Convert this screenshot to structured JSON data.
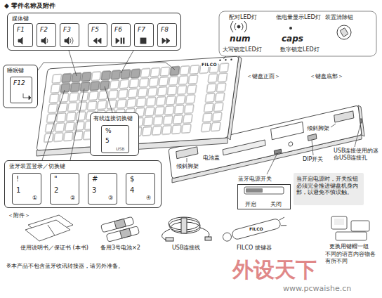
{
  "diagram": {
    "title": "◆ 零件名称及附件",
    "nodes": [
      {
        "text": [
          "媒体键"
        ]
      },
      {
        "text": [
          "F1"
        ],
        "in": 0
      },
      {
        "text": [
          "F2"
        ],
        "in": 0
      },
      {
        "text": [
          "F3"
        ],
        "in": 0
      },
      {
        "text": [
          "F5"
        ],
        "in": 0
      },
      {
        "text": [
          "F6"
        ],
        "in": 0
      },
      {
        "text": [
          "F7"
        ],
        "in": 0
      },
      {
        "text": [
          "F8"
        ],
        "in": 0
      },
      {
        "text": [
          "睡眠键"
        ]
      },
      {
        "text": [
          "F12"
        ],
        "in": 8
      },
      {
        "text": [
          "有线连接切换键"
        ]
      },
      {
        "text": [
          "%",
          "5",
          "USB"
        ],
        "in": 10
      },
      {
        "text": [
          "蓝牙装置登录／切换键"
        ]
      },
      {
        "text": [
          "!",
          "1",
          "①"
        ],
        "in": 12
      },
      {
        "text": [
          "\"",
          "2",
          "②"
        ],
        "in": 12
      },
      {
        "text": [
          "#",
          "3",
          "③"
        ],
        "in": 12
      },
      {
        "text": [
          "$",
          "4",
          "④"
        ],
        "in": 12
      },
      {
        "text": [
          "蓝牙电源开关",
          "开启",
          "关闭"
        ]
      },
      {
        "text": [
          "当开启电源时，开关按钮必须完全推进键盘机身内部，以避免不慎误触。"
        ]
      }
    ],
    "labels": [
      "配对LED灯",
      "低电量显示LED灯",
      "装置清除钮",
      "num",
      "caps",
      "大写锁定LED灯",
      "数字锁定LED灯",
      "FILCO",
      "＜键盘正面＞",
      "＜键盘底部＞",
      "倾斜脚架",
      "电池盖",
      "倾斜脚架",
      "DIP开关",
      "USB连接使用的迷你USB连接孔",
      "＜附件＞",
      "使用说明书／保证书 (本书)",
      "备用3号电池×2",
      "USB连接线",
      "FILCO",
      "FILCO 拔键器",
      "更换用键帽一组",
      "不同的语言内容物各有所不同",
      "※本产品不包含蓝牙收讯转接器，请另外准备。",
      "外设天下",
      "www.pcwaishe.cn"
    ]
  }
}
